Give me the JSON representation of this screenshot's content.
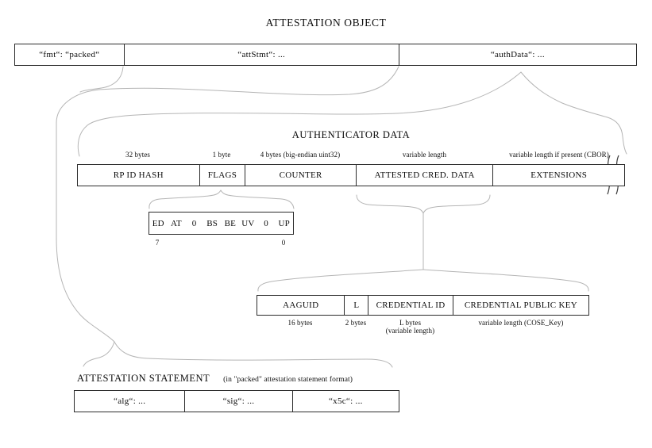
{
  "title": "ATTESTATION OBJECT",
  "object_row": {
    "fmt": "“fmt“: “packed“",
    "attStmt": "“attStmt“: ...",
    "authData": "“authData“: ..."
  },
  "authenticator_data": {
    "title": "AUTHENTICATOR DATA",
    "fields": [
      {
        "label": "RP ID HASH",
        "size": "32 bytes"
      },
      {
        "label": "FLAGS",
        "size": "1 byte"
      },
      {
        "label": "COUNTER",
        "size": "4 bytes (big-endian uint32)"
      },
      {
        "label": "ATTESTED CRED. DATA",
        "size": "variable length"
      },
      {
        "label": "EXTENSIONS",
        "size": "variable length if present (CBOR)"
      }
    ]
  },
  "flags_bits": {
    "bits": [
      "ED",
      "AT",
      "0",
      "BS",
      "BE",
      "UV",
      "0",
      "UP"
    ],
    "msb_index": "7",
    "lsb_index": "0"
  },
  "attested_cred_data": {
    "fields": [
      {
        "label": "AAGUID",
        "size": "16 bytes"
      },
      {
        "label": "L",
        "size": "2 bytes"
      },
      {
        "label": "CREDENTIAL ID",
        "size": "L bytes",
        "size2": "(variable length)"
      },
      {
        "label": "CREDENTIAL PUBLIC KEY",
        "size": "variable length (COSE_Key)"
      }
    ]
  },
  "attestation_statement": {
    "title": "ATTESTATION STATEMENT",
    "subtitle": "(in \"packed\" attestation statement format)",
    "cells": [
      "“alg“: ...",
      "“sig“: ...",
      "“x5c“: ..."
    ]
  },
  "colors": {
    "background": "#ffffff",
    "box_border": "#2b2b2b",
    "connector": "#b5b5b5",
    "text": "#0d0d0d"
  }
}
